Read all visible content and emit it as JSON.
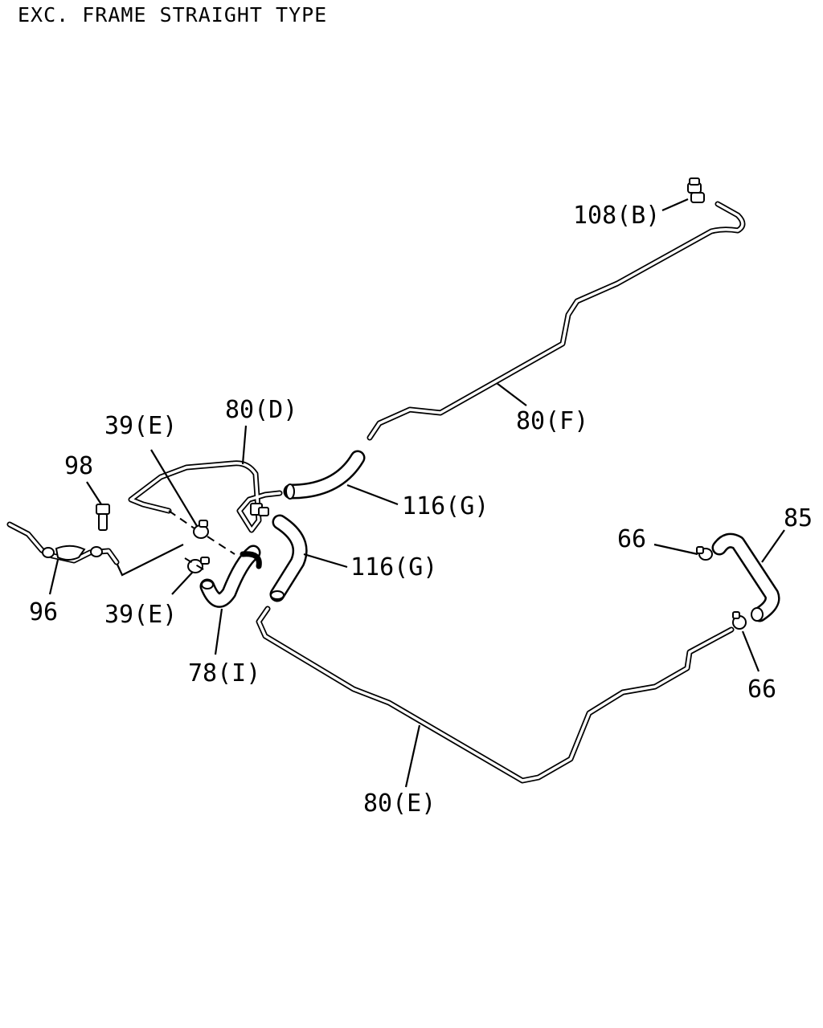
{
  "title": "EXC. FRAME STRAIGHT TYPE",
  "callouts": {
    "c108b": "108(B)",
    "c80f": "80(F)",
    "c80d": "80(D)",
    "c39e_top": "39(E)",
    "c98": "98",
    "c116g_top": "116(G)",
    "c116g_mid": "116(G)",
    "c96": "96",
    "c39e_bottom": "39(E)",
    "c78i": "78(I)",
    "c66_left": "66",
    "c85": "85",
    "c66_right": "66",
    "c80e": "80(E)"
  }
}
